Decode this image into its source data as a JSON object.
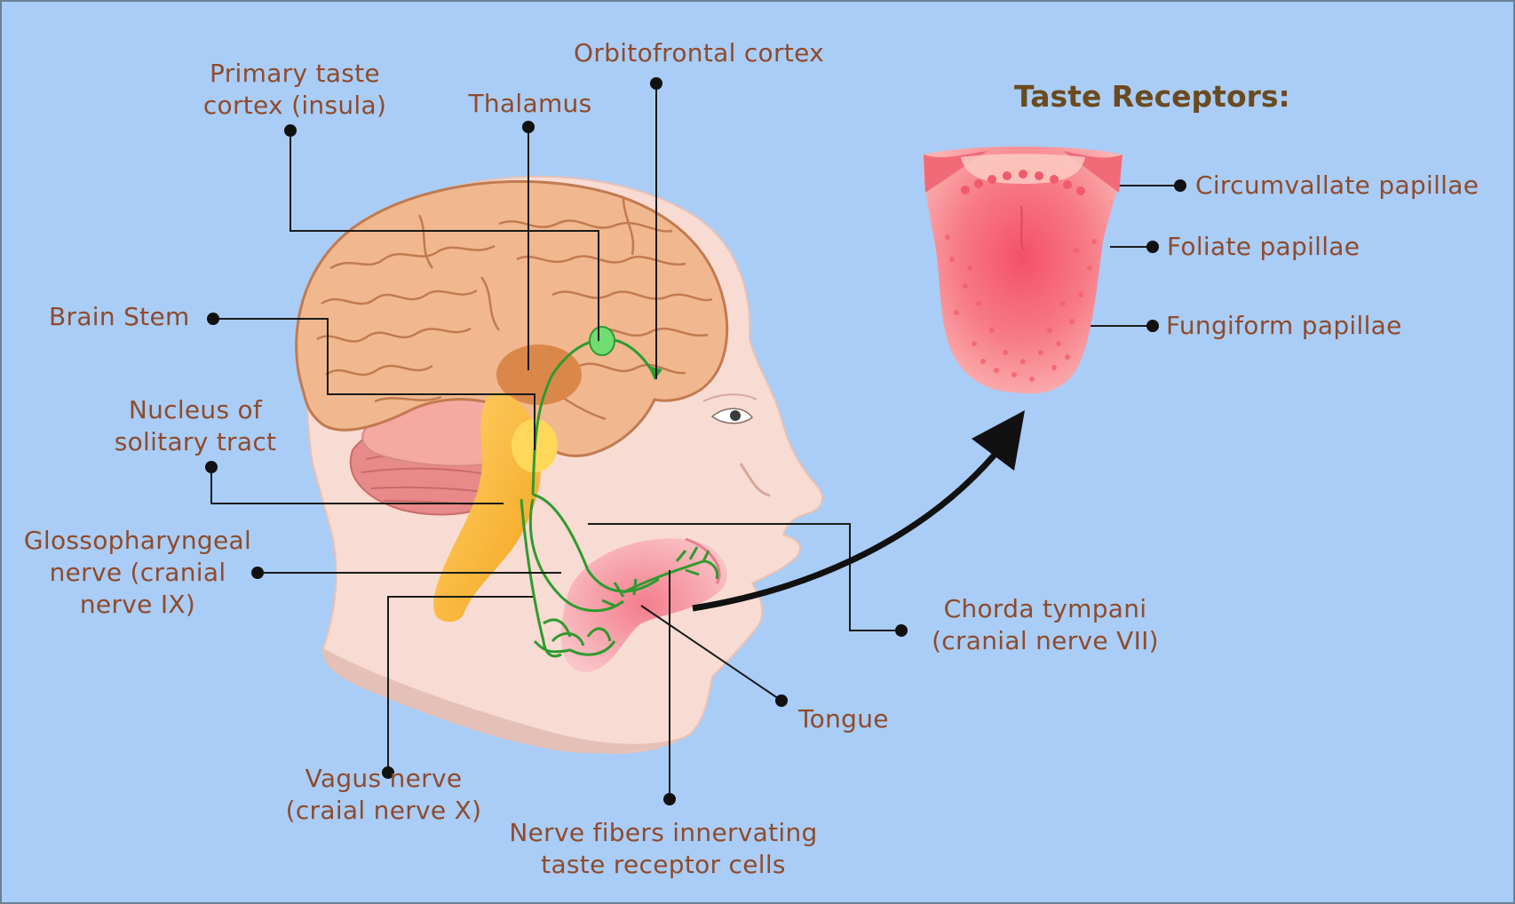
{
  "title": "Taste Receptors:",
  "labels": {
    "primary_taste_cortex": "Primary taste\ncortex (insula)",
    "thalamus": "Thalamus",
    "orbitofrontal_cortex": "Orbitofrontal cortex",
    "brain_stem": "Brain Stem",
    "nucleus_solitary": "Nucleus of\nsolitary tract",
    "glossopharyngeal": "Glossopharyngeal\nnerve (cranial\nnerve IX)",
    "vagus": "Vagus nerve\n(craial nerve X)",
    "nerve_fibers": "Nerve fibers innervating\ntaste receptor cells",
    "tongue": "Tongue",
    "chorda_tympani": "Chorda tympani\n(cranial nerve VII)",
    "circumvallate": "Circumvallate papillae",
    "foliate": "Foliate papillae",
    "fungiform": "Fungiform papillae"
  },
  "colors": {
    "background": "#a9cdf6",
    "label_text": "#8f4a2c",
    "title_text": "#6a4a1f",
    "nerve": "#2f9a2f",
    "skin": "#f7dcd2",
    "brain": "#f2b88f",
    "tongue": "#f56e7a"
  }
}
